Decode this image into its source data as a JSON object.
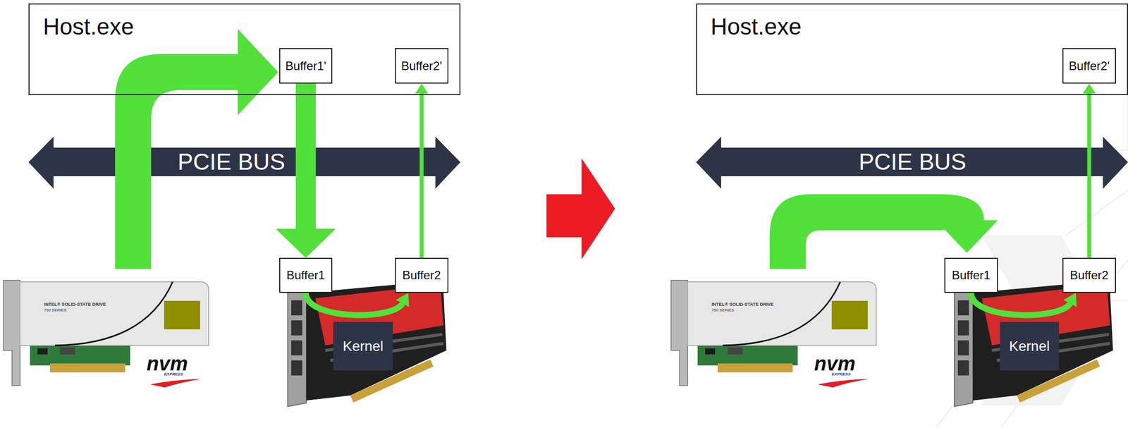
{
  "diagram": {
    "nodes": [
      {
        "text": [
          "Host.exe"
        ]
      },
      {
        "text": [
          "Buffer1'"
        ],
        "in": 0
      },
      {
        "text": [
          "Buffer2'"
        ],
        "in": 0
      },
      {
        "text": [
          "PCIE BUS"
        ]
      },
      {
        "text": [
          "Buffer1"
        ]
      },
      {
        "text": [
          "Buffer2"
        ]
      },
      {
        "text": [
          "Kernel"
        ]
      },
      {
        "text": [
          "Host.exe"
        ]
      },
      {
        "text": [
          "Buffer2'"
        ],
        "in": 7
      },
      {
        "text": [
          "PCIE BUS"
        ]
      },
      {
        "text": [
          "Buffer1"
        ]
      },
      {
        "text": [
          "Buffer2"
        ]
      },
      {
        "text": [
          "Kernel"
        ]
      }
    ],
    "edges": [
      {
        "from": 1,
        "to": 4,
        "arrow": "to"
      },
      {
        "from": 5,
        "to": 2,
        "arrow": "to"
      },
      {
        "from": 4,
        "to": 5,
        "arrow": "to"
      },
      {
        "from": 11,
        "to": 8,
        "arrow": "to"
      },
      {
        "from": 10,
        "to": 11,
        "arrow": "to"
      }
    ],
    "labels": [
      "INTEL® SOLID-STATE DRIVE",
      "750 SERIES",
      "nvm",
      "EXPRESS",
      "INTEL® SOLID-STATE DRIVE",
      "750 SERIES",
      "nvm",
      "EXPRESS"
    ]
  }
}
